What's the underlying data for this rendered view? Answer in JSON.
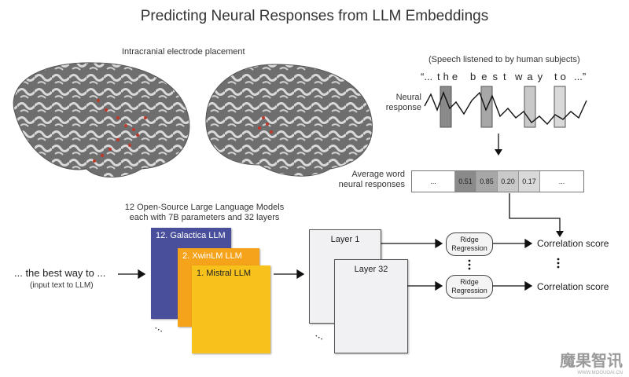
{
  "title": "Predicting Neural Responses from LLM Embeddings",
  "brain": {
    "label": "Intracranial electrode placement"
  },
  "speech": {
    "caption": "(Speech listened to by human subjects)",
    "open_quote": "“...",
    "words": [
      "the",
      "best",
      "way",
      "to"
    ],
    "close_quote": "...”"
  },
  "neural_response_label": [
    "Neural",
    "response"
  ],
  "average": {
    "label": [
      "Average word",
      "neural responses"
    ],
    "cells": [
      "...",
      "0.51",
      "0.85",
      "0.20",
      "0.17",
      "..."
    ]
  },
  "models": {
    "caption": [
      "12 Open-Source Large Language Models",
      "each with 7B parameters and 32 layers"
    ],
    "panels": [
      "12. Galactica LLM",
      "2. XwinLM LLM",
      "1. Mistral LLM"
    ],
    "colors": [
      "#4a4f9c",
      "#f5a31a",
      "#f7c21c"
    ]
  },
  "input": {
    "text": "... the best way to ...",
    "sub": "(input text to LLM)"
  },
  "layers": [
    "Layer 1",
    "Layer 32"
  ],
  "ridge_label": [
    "Ridge",
    "Regression"
  ],
  "correlation_label": "Correlation score",
  "ellipsis": "...",
  "watermark": "魔果智讯",
  "watermark_url": "WWW.MOGUOAI.CN"
}
